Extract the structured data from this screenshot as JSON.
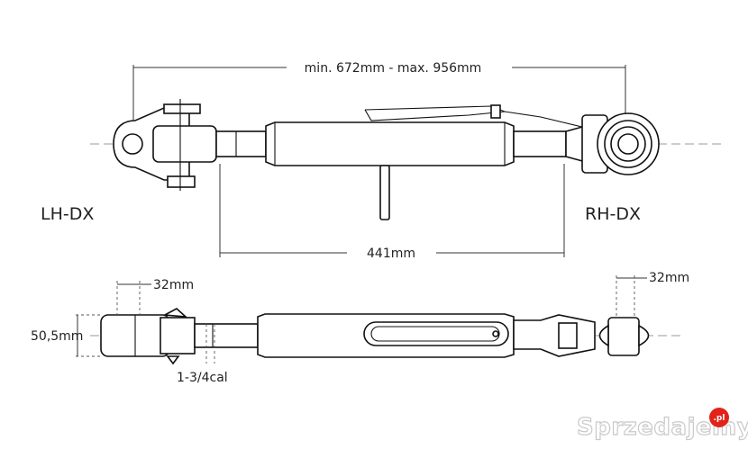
{
  "labels": {
    "length_range": "min. 672mm - max. 956mm",
    "left_end": "LH-DX",
    "right_end": "RH-DX",
    "tube_length": "441mm",
    "left_width": "32mm",
    "right_width": "32mm",
    "height": "50,5mm",
    "thread": "1-3/4cal"
  },
  "watermark": {
    "brand": "Sprzedajemy",
    "tld": ".pl",
    "accent_color": "#e2231a"
  }
}
